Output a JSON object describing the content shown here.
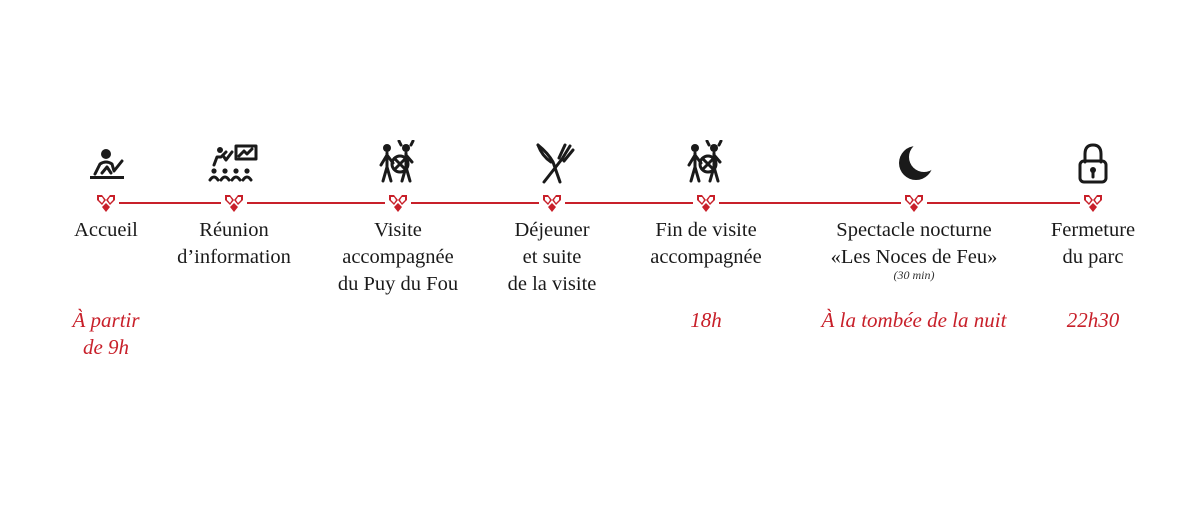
{
  "colors": {
    "accent": "#c8202a",
    "text": "#1a1a1a",
    "icon": "#1a1a1a"
  },
  "steps": [
    {
      "icon": "reception-desk-icon",
      "label": [
        "Accueil"
      ],
      "note": "",
      "time": [
        "À partir",
        "de 9h"
      ]
    },
    {
      "icon": "presentation-icon",
      "label": [
        "Réunion",
        "d’information"
      ],
      "note": "",
      "time": []
    },
    {
      "icon": "guided-tour-icon",
      "label": [
        "Visite",
        "accompagnée",
        "du Puy du Fou"
      ],
      "note": "",
      "time": []
    },
    {
      "icon": "fork-knife-icon",
      "label": [
        "Déjeuner",
        "et suite",
        "de la visite"
      ],
      "note": "",
      "time": []
    },
    {
      "icon": "guided-tour-icon",
      "label": [
        "Fin de visite",
        "accompagnée"
      ],
      "note": "",
      "time": [
        "18h"
      ]
    },
    {
      "icon": "moon-icon",
      "label": [
        "Spectacle nocturne",
        "«Les Noces de Feu»"
      ],
      "note": "(30 min)",
      "time": [
        "À la tombée de la nuit"
      ]
    },
    {
      "icon": "padlock-icon",
      "label": [
        "Fermeture",
        "du parc"
      ],
      "note": "",
      "time": [
        "22h30"
      ]
    }
  ]
}
